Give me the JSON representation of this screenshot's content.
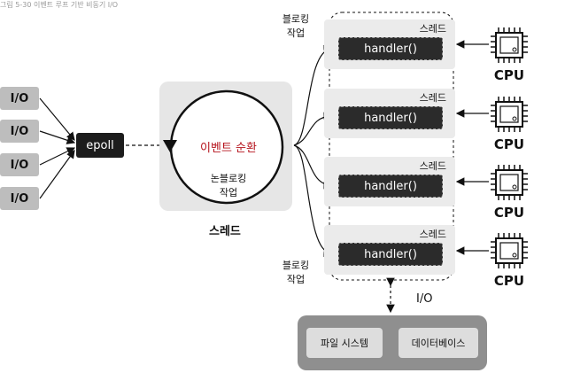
{
  "caption": "그림 5-30 이벤트 루프 기반 비동기 I/O",
  "io_inputs": [
    "I/O",
    "I/O",
    "I/O",
    "I/O"
  ],
  "epoll_label": "epoll",
  "event_loop": {
    "title": "이벤트 순환",
    "subtitle_line1": "논블로킹",
    "subtitle_line2": "작업",
    "thread_label": "스레드"
  },
  "blocking_top": {
    "line1": "블로킹",
    "line2": "작업"
  },
  "blocking_bottom": {
    "line1": "블로킹",
    "line2": "작업"
  },
  "threads": [
    {
      "title": "스레드",
      "handler": "handler()"
    },
    {
      "title": "스레드",
      "handler": "handler()"
    },
    {
      "title": "스레드",
      "handler": "handler()"
    },
    {
      "title": "스레드",
      "handler": "handler()"
    }
  ],
  "cpus": [
    "CPU",
    "CPU",
    "CPU",
    "CPU"
  ],
  "io_bottom_label": "I/O",
  "storage": {
    "file_system": "파일 시스템",
    "database": "데이터베이스"
  }
}
